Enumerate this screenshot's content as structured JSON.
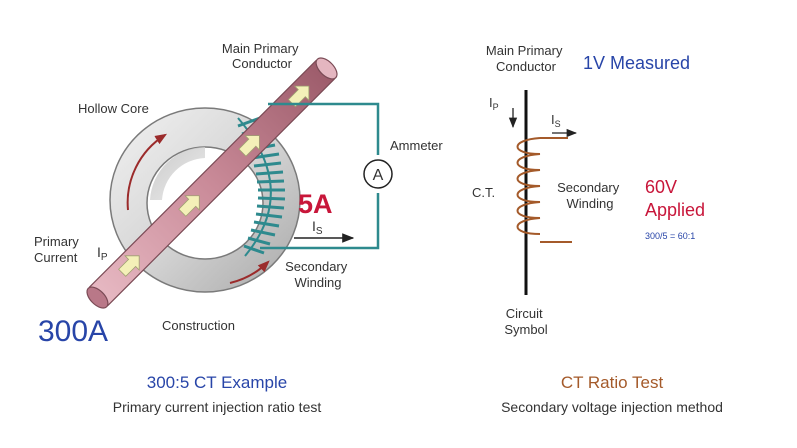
{
  "left_panel": {
    "labels": {
      "main_primary_conductor": [
        "Main Primary",
        "Conductor"
      ],
      "hollow_core": "Hollow Core",
      "ammeter": "Ammeter",
      "ammeter_symbol": "A",
      "secondary_current": "5A",
      "is_symbol": "I",
      "is_subscript": "S",
      "primary_current": [
        "Primary",
        "Current"
      ],
      "ip_symbol": "I",
      "ip_subscript": "P",
      "secondary_winding": [
        "Secondary",
        "Winding"
      ],
      "primary_amps": "300A",
      "construction": "Construction"
    },
    "title": "300:5 CT Example",
    "subtitle": "Primary current injection ratio test"
  },
  "right_panel": {
    "labels": {
      "main_primary_conductor": [
        "Main Primary",
        "Conductor"
      ],
      "measured": "1V Measured",
      "ip_symbol": "I",
      "ip_subscript": "P",
      "is_symbol": "I",
      "is_subscript": "S",
      "ct": "C.T.",
      "secondary_winding": [
        "Secondary",
        "Winding"
      ],
      "applied": [
        "60V",
        "Applied"
      ],
      "ratio": "300/5 = 60:1",
      "circuit_symbol": [
        "Circuit",
        "Symbol"
      ]
    },
    "title": "CT Ratio Test",
    "subtitle": "Secondary voltage injection method"
  },
  "colors": {
    "blue": "#2845a8",
    "red": "#c8163a",
    "brown": "#a45a2a",
    "teal": "#2e8a8e",
    "conductor": "#c98a98",
    "core": "#d4d4d4",
    "text": "#333333"
  }
}
